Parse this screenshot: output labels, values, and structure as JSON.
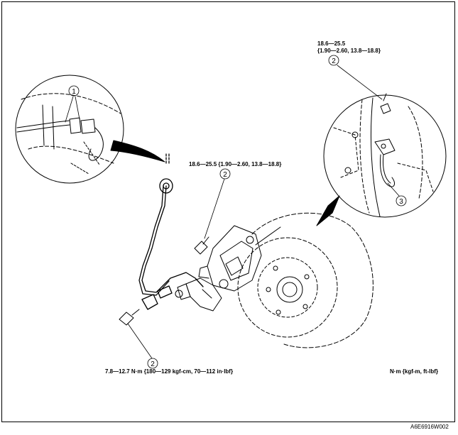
{
  "torque_top_line1": "18.6—25.5",
  "torque_top_line2": "{1.90—2.60, 13.8—18.8}",
  "torque_mid": "18.6—25.5 {1.90—2.60, 13.8—18.8}",
  "torque_bottom": "7.8—12.7 N·m {180—129 kgf-cm, 70—112 in·lbf}",
  "units": "N·m {kgf-m, ft-lbf}",
  "figure_code": "A6E6916W002",
  "callouts": {
    "c1": "1",
    "c2_top": "2",
    "c2_mid": "2",
    "c2_bottom": "2",
    "c3": "3"
  }
}
